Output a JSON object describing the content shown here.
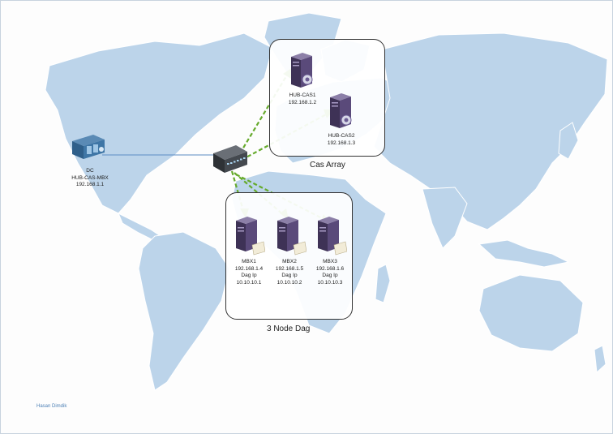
{
  "colors": {
    "map_land": "#bcd4ea",
    "dashed_link": "#66aa2c",
    "server_body": "#5a4a7a",
    "switch_body": "#3b3f44",
    "solid_link": "#5b8bc4"
  },
  "groups": {
    "cas_array": "Cas Array",
    "dag": "3 Node Dag"
  },
  "nodes": {
    "dc": {
      "line1": "DC",
      "line2": "HUB-CAS-MBX",
      "line3": "192.168.1.1"
    },
    "hub_cas1": {
      "line1": "HUB-CAS1",
      "line2": "192.168.1.2"
    },
    "hub_cas2": {
      "line1": "HUB-CAS2",
      "line2": "192.168.1.3"
    },
    "mbx1": {
      "line1": "MBX1",
      "line2": "192.168.1.4",
      "line3": "Dag Ip",
      "line4": "10.10.10.1"
    },
    "mbx2": {
      "line1": "MBX2",
      "line2": "192.168.1.5",
      "line3": "Dag Ip",
      "line4": "10.10.10.2"
    },
    "mbx3": {
      "line1": "MBX3",
      "line2": "192.168.1.6",
      "line3": "Dag Ip",
      "line4": "10.10.10.3"
    }
  },
  "credit": "Hasan Dimdik"
}
